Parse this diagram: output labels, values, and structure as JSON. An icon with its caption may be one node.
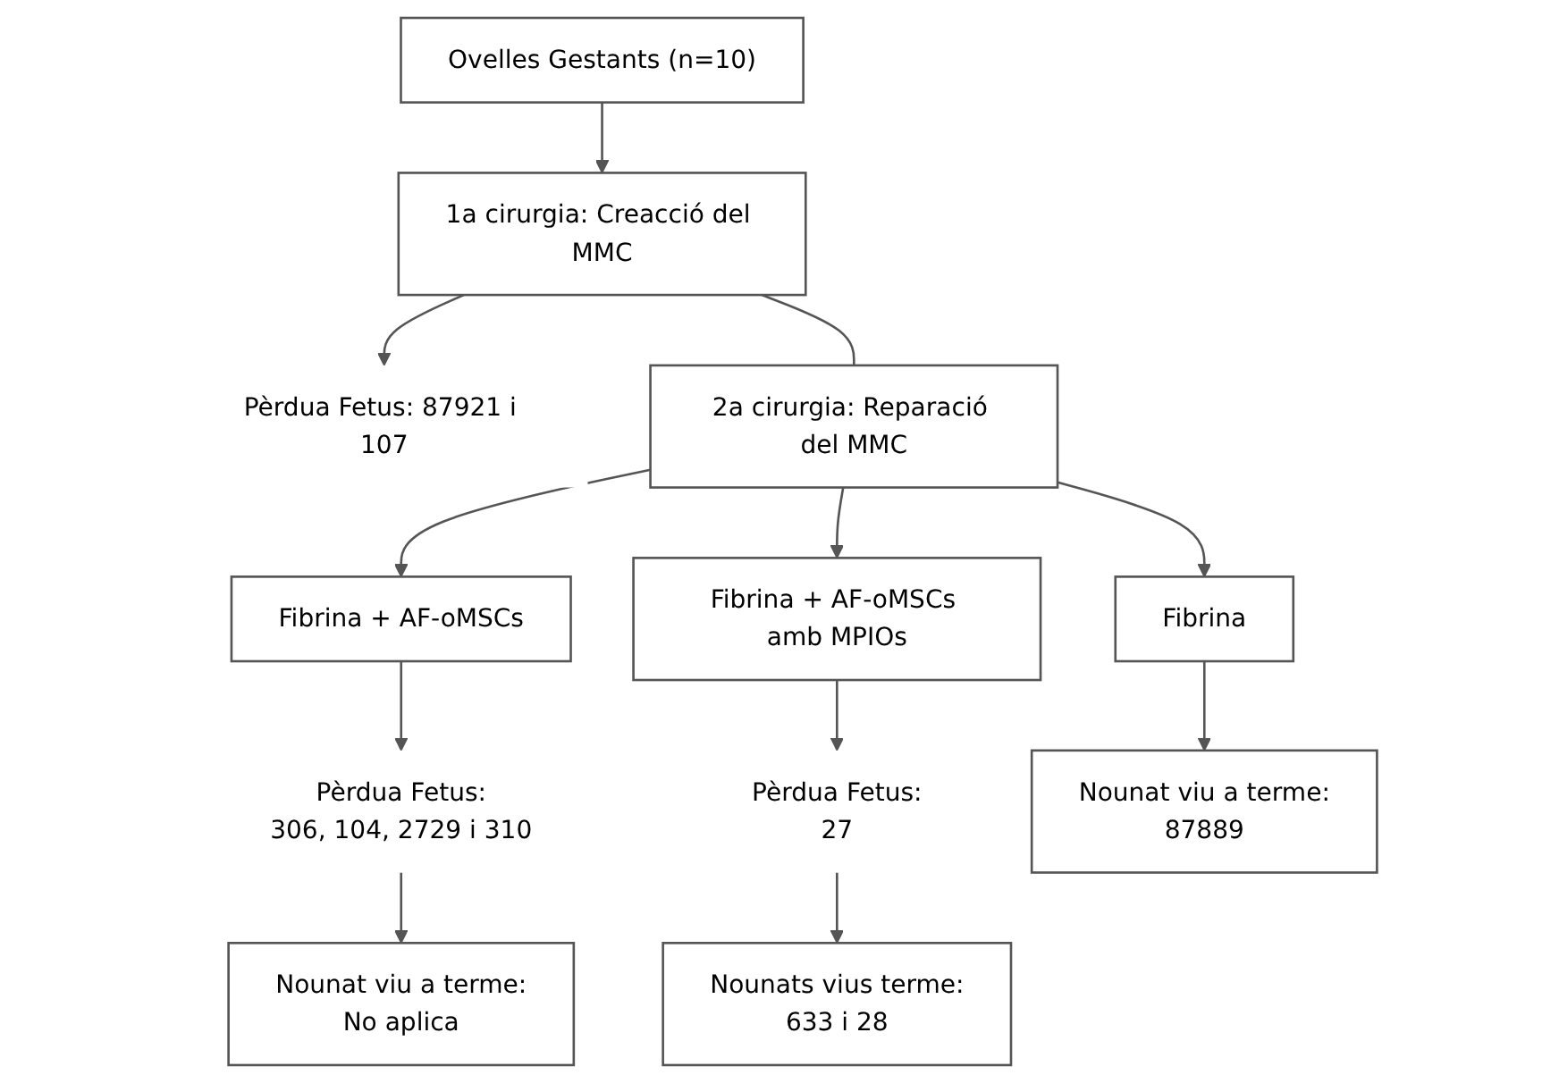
{
  "diagram": {
    "nodes": [
      {
        "text": [
          "Ovelles Gestants (n=10)"
        ]
      },
      {
        "text": [
          "1a cirurgia: Creacció del MMC"
        ]
      },
      {
        "text": [
          "Pèrdua Fetus: 87921 i 107"
        ]
      },
      {
        "text": [
          "2a cirurgia: Reparació del MMC"
        ]
      },
      {
        "text": [
          "Fibrina"
        ]
      },
      {
        "text": [
          "Fibrina + AF-oMSCs"
        ]
      },
      {
        "text": [
          "Fibrina + AF-oMSCs amb MPIOs"
        ]
      },
      {
        "text": [
          "Pèrdua Fetus:",
          "306, 104, 2729 i 310"
        ]
      },
      {
        "text": [
          "Pèrdua Fetus:",
          "27"
        ]
      },
      {
        "text": [
          "Nounat viu a terme:",
          "87889"
        ]
      },
      {
        "text": [
          "Nounat viu a terme:",
          "No aplica"
        ]
      },
      {
        "text": [
          "Nounats vius terme:",
          "633 i 28"
        ]
      }
    ],
    "edges": [
      {
        "from": 0,
        "to": 1,
        "arrow": "to"
      },
      {
        "from": 1,
        "to": 2,
        "arrow": "to"
      },
      {
        "from": 1,
        "to": 3,
        "arrow": "none"
      },
      {
        "from": 3,
        "to": 4,
        "arrow": "to"
      },
      {
        "from": 3,
        "to": 5,
        "arrow": "to"
      },
      {
        "from": 3,
        "to": 6,
        "arrow": "to"
      },
      {
        "from": 4,
        "to": 9,
        "arrow": "to"
      },
      {
        "from": 5,
        "to": 7,
        "arrow": "to"
      },
      {
        "from": 7,
        "to": 10,
        "arrow": "to"
      },
      {
        "from": 6,
        "to": 8,
        "arrow": "to"
      },
      {
        "from": 8,
        "to": 11,
        "arrow": "to"
      }
    ]
  }
}
